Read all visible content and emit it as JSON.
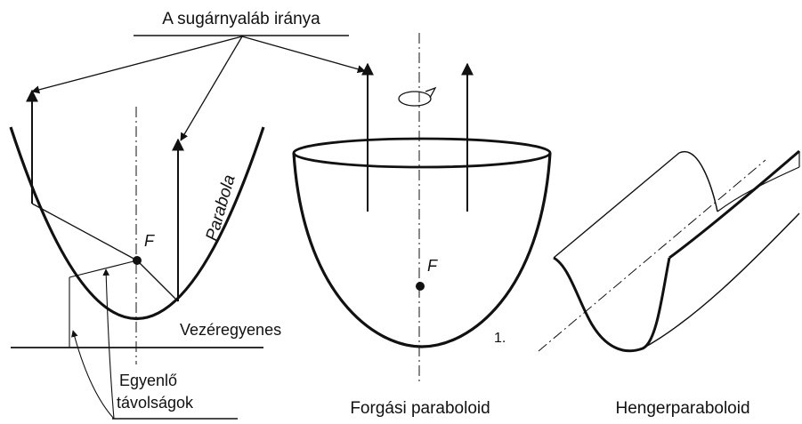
{
  "labels": {
    "beam_direction": "A sugárnyaláb iránya",
    "parabola": "Parabola",
    "focus_left": "F",
    "focus_mid": "F",
    "directrix": "Vezéregyenes",
    "equal_line1": "Egyenlő",
    "equal_line2": "távolságok",
    "rotation_paraboloid": "Forgási paraboloid",
    "cylinder_paraboloid": "Hengerparaboloid",
    "number_mark": "1."
  },
  "colors": {
    "stroke": "#111111",
    "background": "#ffffff"
  }
}
